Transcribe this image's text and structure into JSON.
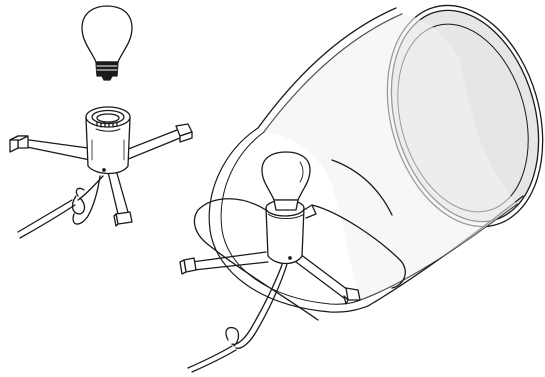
{
  "figure": {
    "kind": "assembly-illustration",
    "palette": {
      "line": "#1a1a1a",
      "shade_fill": "#e6e6e6",
      "paper": "#ffffff"
    },
    "parts": [
      {
        "name": "bulb",
        "icon": "light-bulb-icon"
      },
      {
        "name": "lamp-holder",
        "icon": "socket-icon"
      },
      {
        "name": "tripod-base",
        "icon": "tripod-icon"
      },
      {
        "name": "power-cord",
        "icon": "cable-icon"
      },
      {
        "name": "drum-shade",
        "icon": "lampshade-icon"
      }
    ],
    "steps": [
      {
        "name": "exploded-view",
        "label": ""
      },
      {
        "name": "assembled-view",
        "label": ""
      }
    ]
  }
}
